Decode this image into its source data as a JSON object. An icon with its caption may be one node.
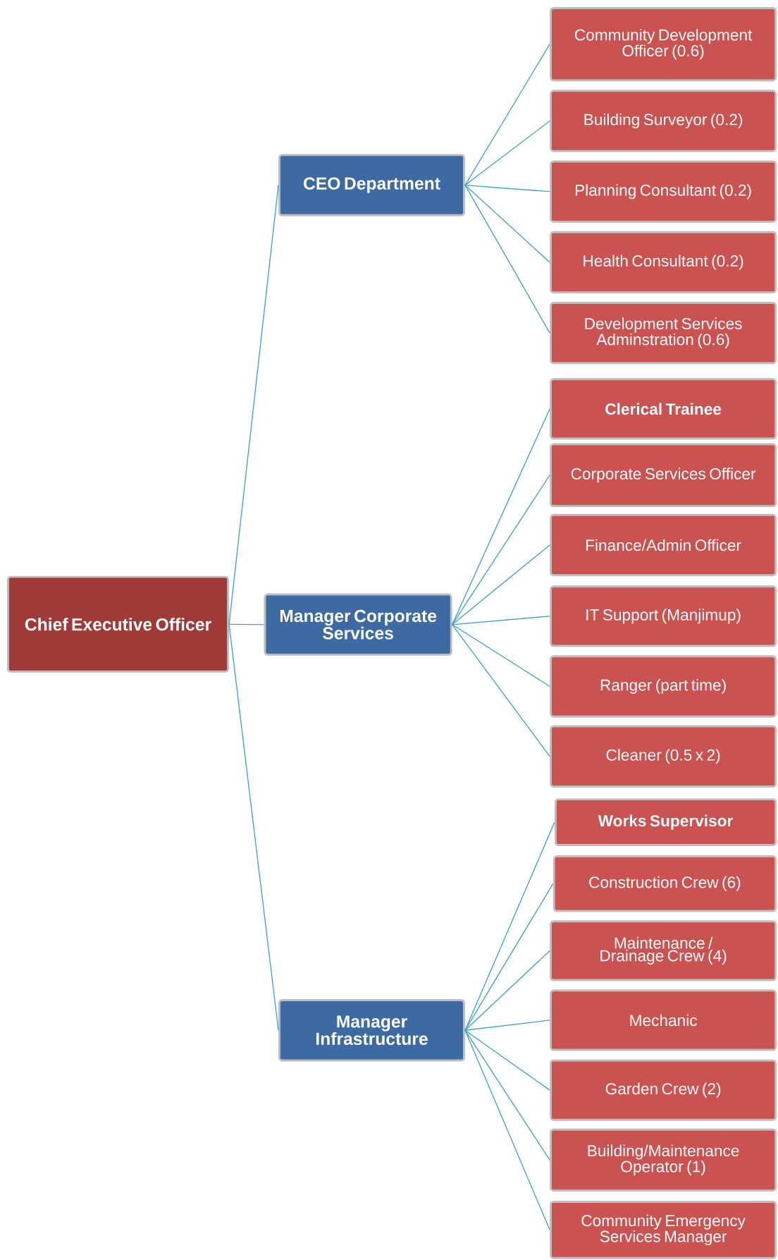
{
  "diagram": {
    "nodes": [
      {
        "text": [
          "Chief Executive Officer"
        ]
      },
      {
        "text": [
          "CEO Department"
        ]
      },
      {
        "text": [
          "Manager Corporate Services"
        ]
      },
      {
        "text": [
          "Manager Infrastructure"
        ]
      },
      {
        "text": [
          "Community Development Officer (0.6)"
        ]
      },
      {
        "text": [
          "Building Surveyor (0.2)"
        ]
      },
      {
        "text": [
          "Planning Consultant (0.2)"
        ]
      },
      {
        "text": [
          "Health Consultant (0.2)"
        ]
      },
      {
        "text": [
          "Development Services Adminstration (0.6)"
        ]
      },
      {
        "text": [
          "Clerical Trainee"
        ]
      },
      {
        "text": [
          "Corporate Services Officer"
        ]
      },
      {
        "text": [
          "Finance/Admin Officer"
        ]
      },
      {
        "text": [
          "IT Support (Manjimup)"
        ]
      },
      {
        "text": [
          "Ranger (part time)"
        ]
      },
      {
        "text": [
          "Cleaner (0.5 x 2)"
        ]
      },
      {
        "text": [
          "Works Supervisor"
        ]
      },
      {
        "text": [
          "Construction Crew (6)"
        ]
      },
      {
        "text": [
          "Maintenance / Drainage Crew (4)"
        ]
      },
      {
        "text": [
          "Mechanic"
        ]
      },
      {
        "text": [
          "Garden Crew (2)"
        ]
      },
      {
        "text": [
          "Building/Maintenance Operator (1)"
        ]
      },
      {
        "text": [
          "Community Emergency Services Manager"
        ]
      }
    ],
    "edges": [
      {
        "from": 0,
        "to": 1,
        "arrow": "none"
      },
      {
        "from": 0,
        "to": 2,
        "arrow": "none"
      },
      {
        "from": 0,
        "to": 3,
        "arrow": "none"
      },
      {
        "from": 1,
        "to": 4,
        "arrow": "none"
      },
      {
        "from": 1,
        "to": 5,
        "arrow": "none"
      },
      {
        "from": 1,
        "to": 6,
        "arrow": "none"
      },
      {
        "from": 1,
        "to": 7,
        "arrow": "none"
      },
      {
        "from": 1,
        "to": 8,
        "arrow": "none"
      },
      {
        "from": 2,
        "to": 9,
        "arrow": "none"
      },
      {
        "from": 2,
        "to": 10,
        "arrow": "none"
      },
      {
        "from": 2,
        "to": 11,
        "arrow": "none"
      },
      {
        "from": 2,
        "to": 12,
        "arrow": "none"
      },
      {
        "from": 2,
        "to": 13,
        "arrow": "none"
      },
      {
        "from": 2,
        "to": 14,
        "arrow": "none"
      },
      {
        "from": 3,
        "to": 15,
        "arrow": "none"
      },
      {
        "from": 3,
        "to": 16,
        "arrow": "none"
      },
      {
        "from": 3,
        "to": 17,
        "arrow": "none"
      },
      {
        "from": 3,
        "to": 18,
        "arrow": "none"
      },
      {
        "from": 3,
        "to": 19,
        "arrow": "none"
      },
      {
        "from": 3,
        "to": 20,
        "arrow": "none"
      },
      {
        "from": 3,
        "to": 21,
        "arrow": "none"
      }
    ]
  }
}
